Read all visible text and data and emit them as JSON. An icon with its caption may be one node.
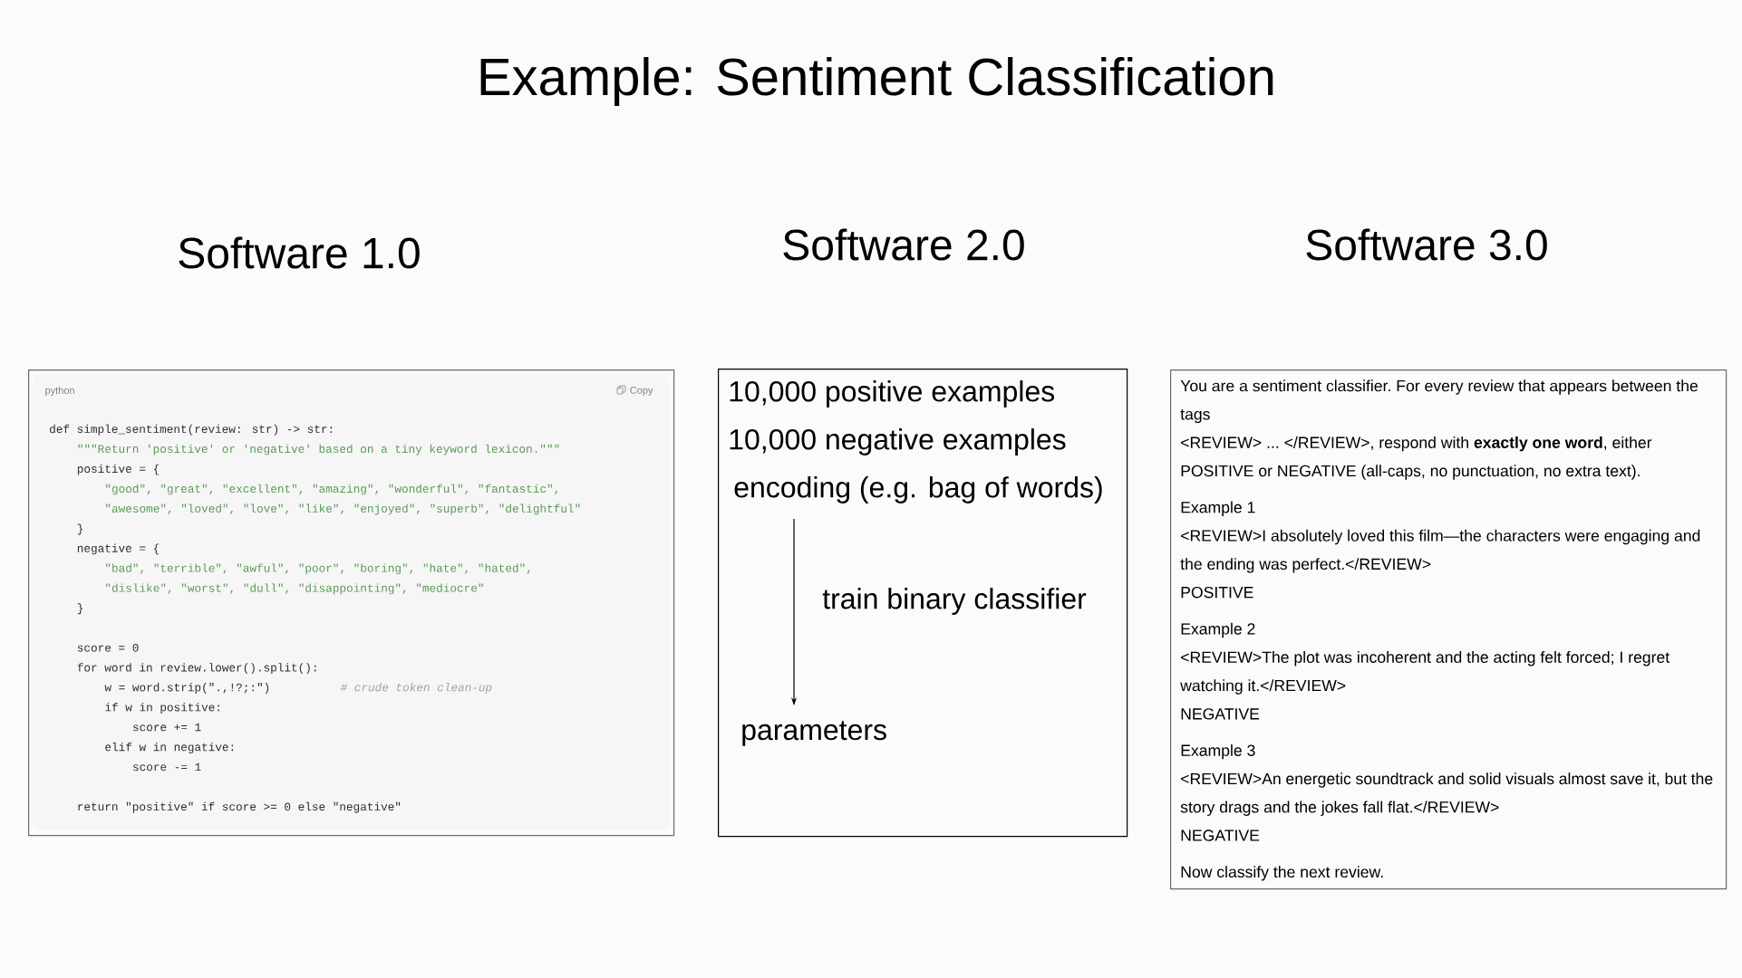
{
  "diagram": {
    "title": "Example: Sentiment Classification",
    "nodes": [
      {
        "text": [
          "Software 1.0",
          "python",
          "Copy",
          "def simple_sentiment(review: str) -> str:",
          "\"\"\"Return 'positive' or 'negative' based on a tiny keyword lexicon.\"\"\"",
          "positive = {",
          "\"good\", \"great\", \"excellent\", \"amazing\", \"wonderful\", \"fantastic\",",
          "\"awesome\", \"loved\", \"love\", \"like\", \"enjoyed\", \"superb\", \"delightful\"",
          "}",
          "negative = {",
          "\"bad\", \"terrible\", \"awful\", \"poor\", \"boring\", \"hate\", \"hated\",",
          "\"dislike\", \"worst\", \"dull\", \"disappointing\", \"mediocre\"",
          "}",
          "score = 0",
          "for word in review.lower().split():",
          "w = word.strip(\".,!?;:\")",
          "# crude token clean-up",
          "if w in positive:",
          "score += 1",
          "elif w in negative:",
          "score -= 1",
          "return \"positive\" if score >= 0 else \"negative\""
        ]
      },
      {
        "text": [
          "Software 2.0",
          "10,000 positive examples",
          "10,000 negative examples"
        ]
      },
      {
        "text": [
          "encoding (e.g. bag of words)"
        ],
        "in": 1
      },
      {
        "text": [
          "parameters"
        ],
        "in": 1
      },
      {
        "text": [
          "Software 3.0",
          "You are a sentiment classifier. For every review that appears between the tags",
          "<REVIEW> ... </REVIEW>, respond with **exactly one word**, either POSITIVE or NEGATIVE (all-caps, no punctuation, no extra text).",
          "Example 1",
          "<REVIEW>I absolutely loved this film—the characters were engaging and the ending was perfect.</REVIEW>",
          "POSITIVE",
          "Example 2",
          "<REVIEW>The plot was incoherent and the acting felt forced; I regret watching it.</REVIEW>",
          "NEGATIVE",
          "Example 3",
          "<REVIEW>An energetic soundtrack and solid visuals almost save it, but the story drags and the jokes fall flat.</REVIEW>",
          "NEGATIVE",
          "Now classify the next review."
        ]
      }
    ],
    "edges": [
      {
        "from": 2,
        "to": 3,
        "arrow": "to",
        "label": "train binary classifier"
      }
    ]
  }
}
